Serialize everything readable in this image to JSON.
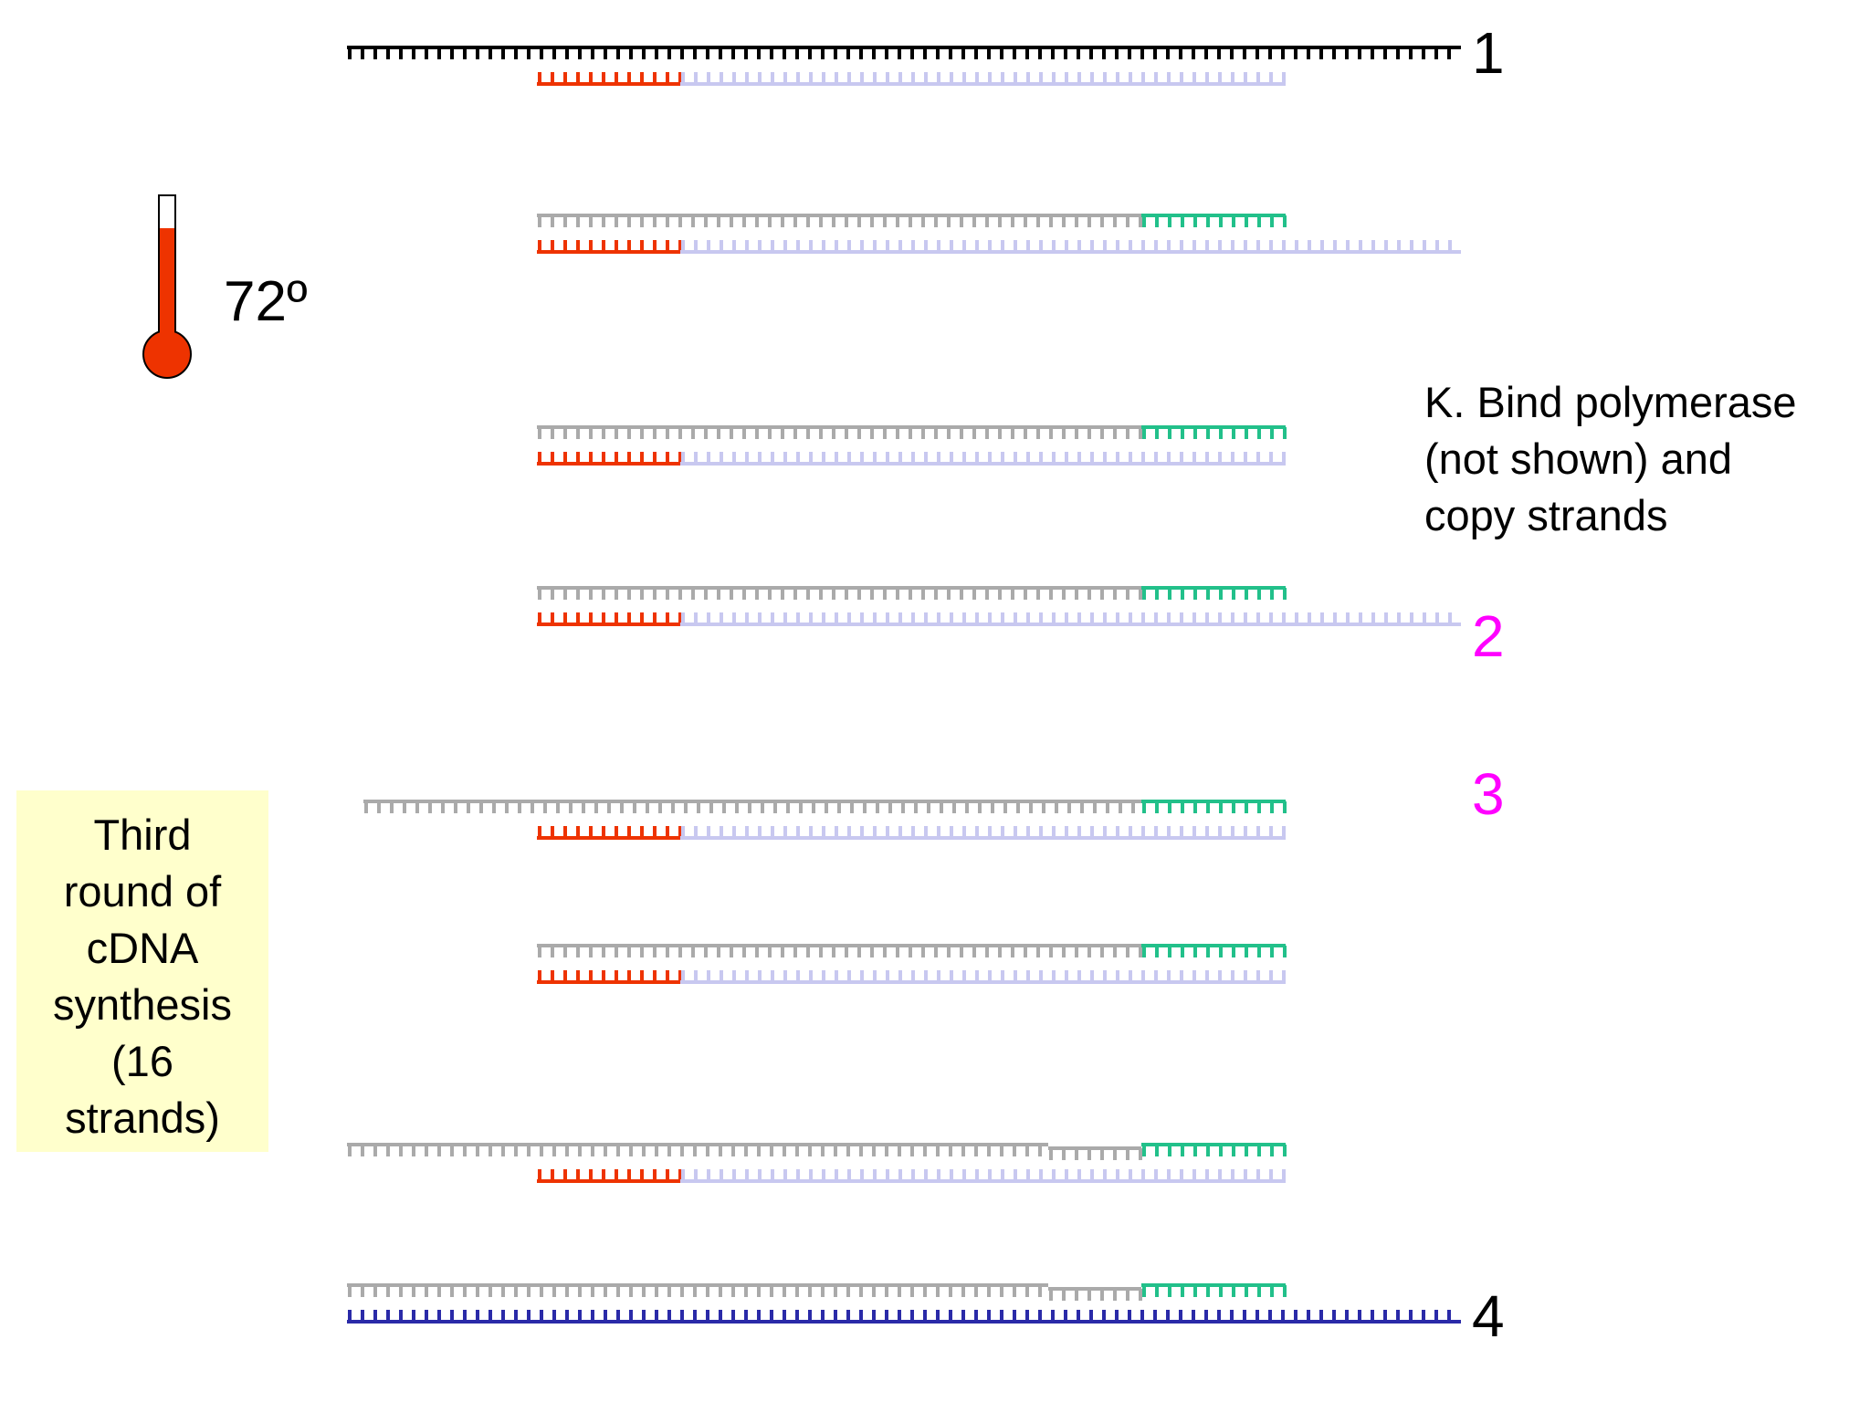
{
  "labels": {
    "row1": "1",
    "row2": "2",
    "row3": "3",
    "row4": "4",
    "temperature": "72º"
  },
  "step_note": {
    "lines": [
      "K. Bind polymerase",
      "(not shown) and",
      "copy strands"
    ]
  },
  "round_box": {
    "lines": [
      "Third",
      "round of",
      "cDNA",
      "synthesis",
      "(16",
      "strands)"
    ]
  },
  "colors": {
    "template": "#000000",
    "forward_primer": "#ee3300",
    "new_strand_light": "#c8c8f0",
    "copied_strand": "#aaaaaa",
    "reverse_primer": "#22c08a",
    "full_copy": "#2a2aa8",
    "label_pink": "#ff00ff",
    "thermometer": "#ee3300",
    "box_fill": "#ffffcc"
  },
  "icons": [
    "thermometer-icon"
  ]
}
